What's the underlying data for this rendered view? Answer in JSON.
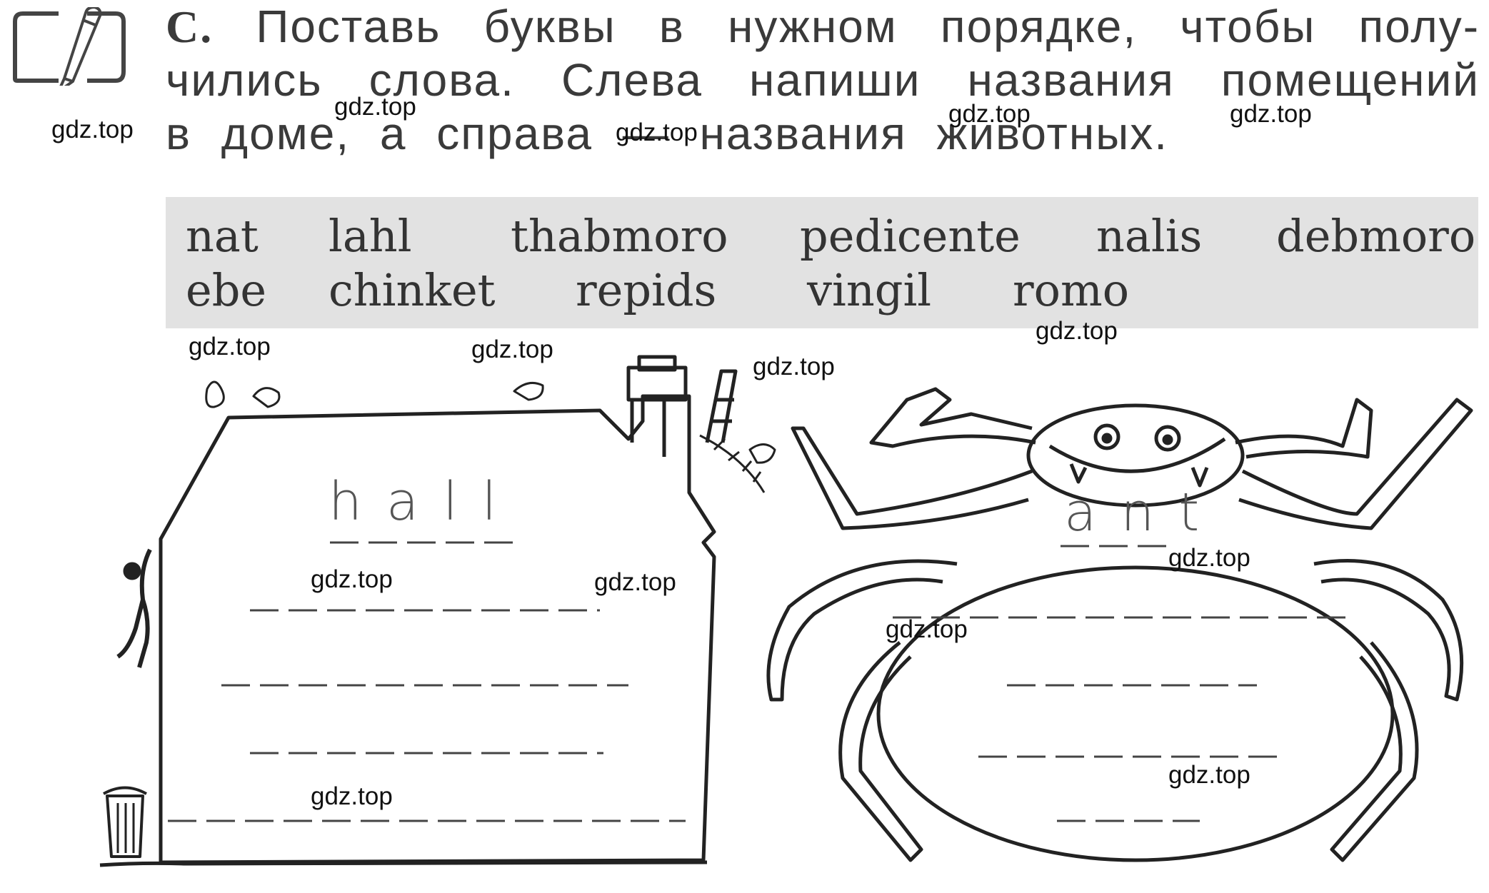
{
  "task": {
    "label": "C.",
    "line1": "Поставь буквы в нужном порядке, чтобы полу-",
    "line2": "чились слова. Слева напиши названия помещений",
    "line3": "в доме, а справа — названия животных."
  },
  "word_bank": {
    "row1": [
      "nat",
      "lahl",
      "thabmoro",
      "pedicente",
      "nalis",
      "debmoro"
    ],
    "row2": [
      "ebe",
      "chinket",
      "repids",
      "vingil",
      "romo"
    ]
  },
  "house": {
    "example": "hall"
  },
  "spider": {
    "example": "ant"
  },
  "watermark": "gdz.top",
  "icons": {
    "task_icon": "pencil-icon"
  }
}
